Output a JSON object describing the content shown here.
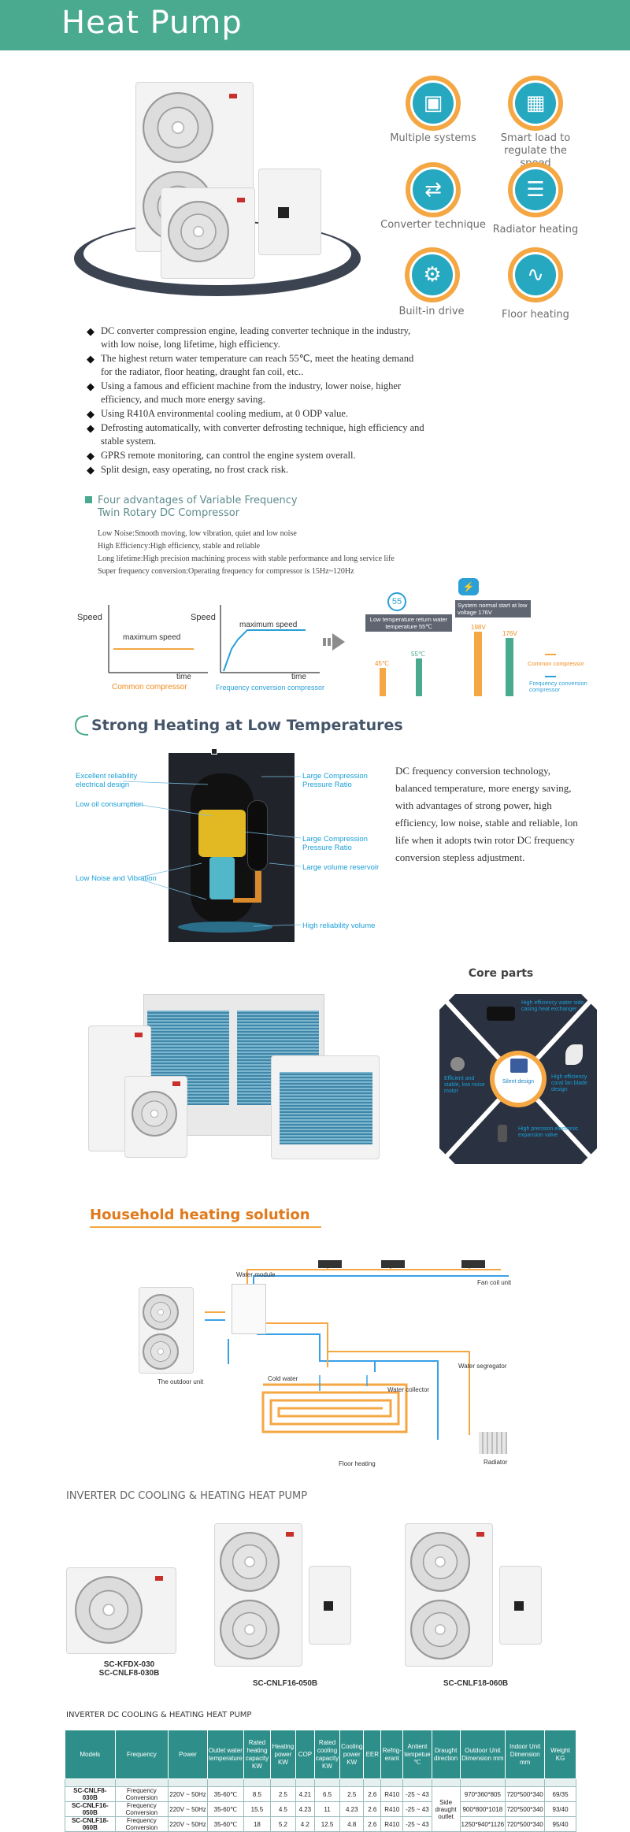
{
  "header": {
    "title": "Heat Pump"
  },
  "features": [
    {
      "label": "Multiple systems",
      "icon": "computer-icon"
    },
    {
      "label": "Smart load to regulate the speed",
      "icon": "control-panel-icon"
    },
    {
      "label": "Converter technique",
      "icon": "converter-arrows-icon"
    },
    {
      "label": "Radiator heating",
      "icon": "radiator-icon"
    },
    {
      "label": "Built-in drive",
      "icon": "gears-icon"
    },
    {
      "label": "Floor heating",
      "icon": "heat-waves-icon"
    }
  ],
  "bullets": [
    "DC converter compression engine, leading converter technique in the industry, with low noise, long lifetime, high efficiency.",
    "The highest return water temperature can reach 55℃, meet the heating demand for the radiator, floor heating, draught fan coil, etc..",
    "Using a famous and efficient machine from the industry, lower noise, higher efficiency, and much more energy saving.",
    "Using R410A environmental cooling medium, at 0 ODP value.",
    "Defrosting automatically, with converter defrosting technique, high efficiency and stable system.",
    "GPRS remote monitoring, can control the engine system overall.",
    "Split design, easy operating, no frost crack risk."
  ],
  "advantages": {
    "title_line1": "Four advantages of Variable Frequency",
    "title_line2": "Twin Rotary DC Compressor",
    "items": [
      "Low Noise:Smooth moving, low vibration, quiet and low noise",
      "High Efficiency:High efficiency, stable and reliable",
      "Long lifetime:High precision machining process with stable performance and long service life",
      "Super frequency conversion:Operating frequency for compressor is 15Hz~120Hz"
    ]
  },
  "speed_charts": {
    "speed_label": "Speed",
    "max_label": "maximum speed",
    "time_label": "time",
    "common_caption": "Common compressor",
    "freq_caption": "Frequency conversion compressor"
  },
  "temp_compare": {
    "badge_temp": "55",
    "low_temp_box": "Low temperature return water temperature 55℃",
    "bar1_label": "45℃",
    "bar2_label": "55℃",
    "start_box": "System normal start at low voltage 176V",
    "bar3_label": "198V",
    "bar4_label": "176V",
    "legend_common": "Common compressor",
    "legend_freq": "Frequency conversion compressor"
  },
  "strong_heating": {
    "title": "Strong Heating at Low Temperatures",
    "left_labels": [
      "Excellent reliability electrical design",
      "Low oil consumption",
      "Low Noise and Vibration"
    ],
    "right_labels": [
      "Large Compression Pressure Ratio",
      "Large Compression Pressure Ratio",
      "Large volume reservoir",
      "High reliability volume"
    ],
    "description": "DC frequency conversion technology, balanced temperature, more energy saving, with advantages of strong power, high efficiency, low noise, stable and  reliable, lon life when it adopts twin rotor DC frequency conversion stepless adjustment."
  },
  "core_parts": {
    "title": "Core parts",
    "center": "Silent design",
    "parts": [
      "High efficiency water side casing heat exchanger",
      "Efficient and stable, low noise motor",
      "High efficiency coral fan blade design",
      "High precision electronic expansion valve"
    ]
  },
  "household": {
    "title": "Household heating solution",
    "labels": {
      "water_module": "Water module",
      "fan_coil": "Fan coil unit",
      "water_segregator": "Water segregator",
      "cold_water": "Cold water",
      "water_collector": "Water collector",
      "outdoor_unit": "The outdoor unit",
      "floor_heating": "Floor heating",
      "radiator": "Radiator"
    }
  },
  "products": {
    "title": "INVERTER DC COOLING & HEATING HEAT PUMP",
    "models": [
      "SC-KFDX-030\nSC-CNLF8-030B",
      "SC-CNLF16-050B",
      "SC-CNLF18-060B"
    ],
    "model1_line1": "SC-KFDX-030",
    "model1_line2": "SC-CNLF8-030B",
    "model2": "SC-CNLF16-050B",
    "model3": "SC-CNLF18-060B"
  },
  "spec_table": {
    "title": "INVERTER DC COOLING & HEATING HEAT PUMP",
    "headers": [
      "Models",
      "Frequency",
      "Power",
      "Outlet water temperature",
      "Rated heating capacity KW",
      "Heating power KW",
      "COP",
      "Rated cooling capacity KW",
      "Cooling power KW",
      "EER",
      "Refrig-erant",
      "Antient tempetue ℃",
      "Draught direction",
      "Outdoor Unit Dimension mm",
      "Indoor Unit Dimension mm",
      "Weight KG"
    ],
    "rows": [
      [
        "SC-CNLF8-030B",
        "Frequency Conversion",
        "220V ~ 50Hz",
        "35-60℃",
        "8.5",
        "2.5",
        "4.21",
        "6.5",
        "2.5",
        "2.6",
        "R410",
        "-25 ~ 43",
        "970*360*805",
        "720*500*340",
        "69/35"
      ],
      [
        "SC-CNLF16-050B",
        "Frequency Conversion",
        "220V ~ 50Hz",
        "35-60℃",
        "15.5",
        "4.5",
        "4.23",
        "11",
        "4.23",
        "2.6",
        "R410",
        "-25 ~ 43",
        "900*800*1018",
        "720*500*340",
        "93/40"
      ],
      [
        "SC-CNLF18-060B",
        "Frequency Conversion",
        "220V ~ 50Hz",
        "35-60℃",
        "18",
        "5.2",
        "4.2",
        "12.5",
        "4.8",
        "2.6",
        "R410",
        "-25 ~ 43",
        "1250*940*1126",
        "720*500*340",
        "95/40"
      ]
    ],
    "draught_merged": "Side draught outlet"
  },
  "colors": {
    "teal": "#4aaa8f",
    "orange": "#f4a743",
    "blue": "#27a8c1",
    "dark": "#2a3140"
  }
}
